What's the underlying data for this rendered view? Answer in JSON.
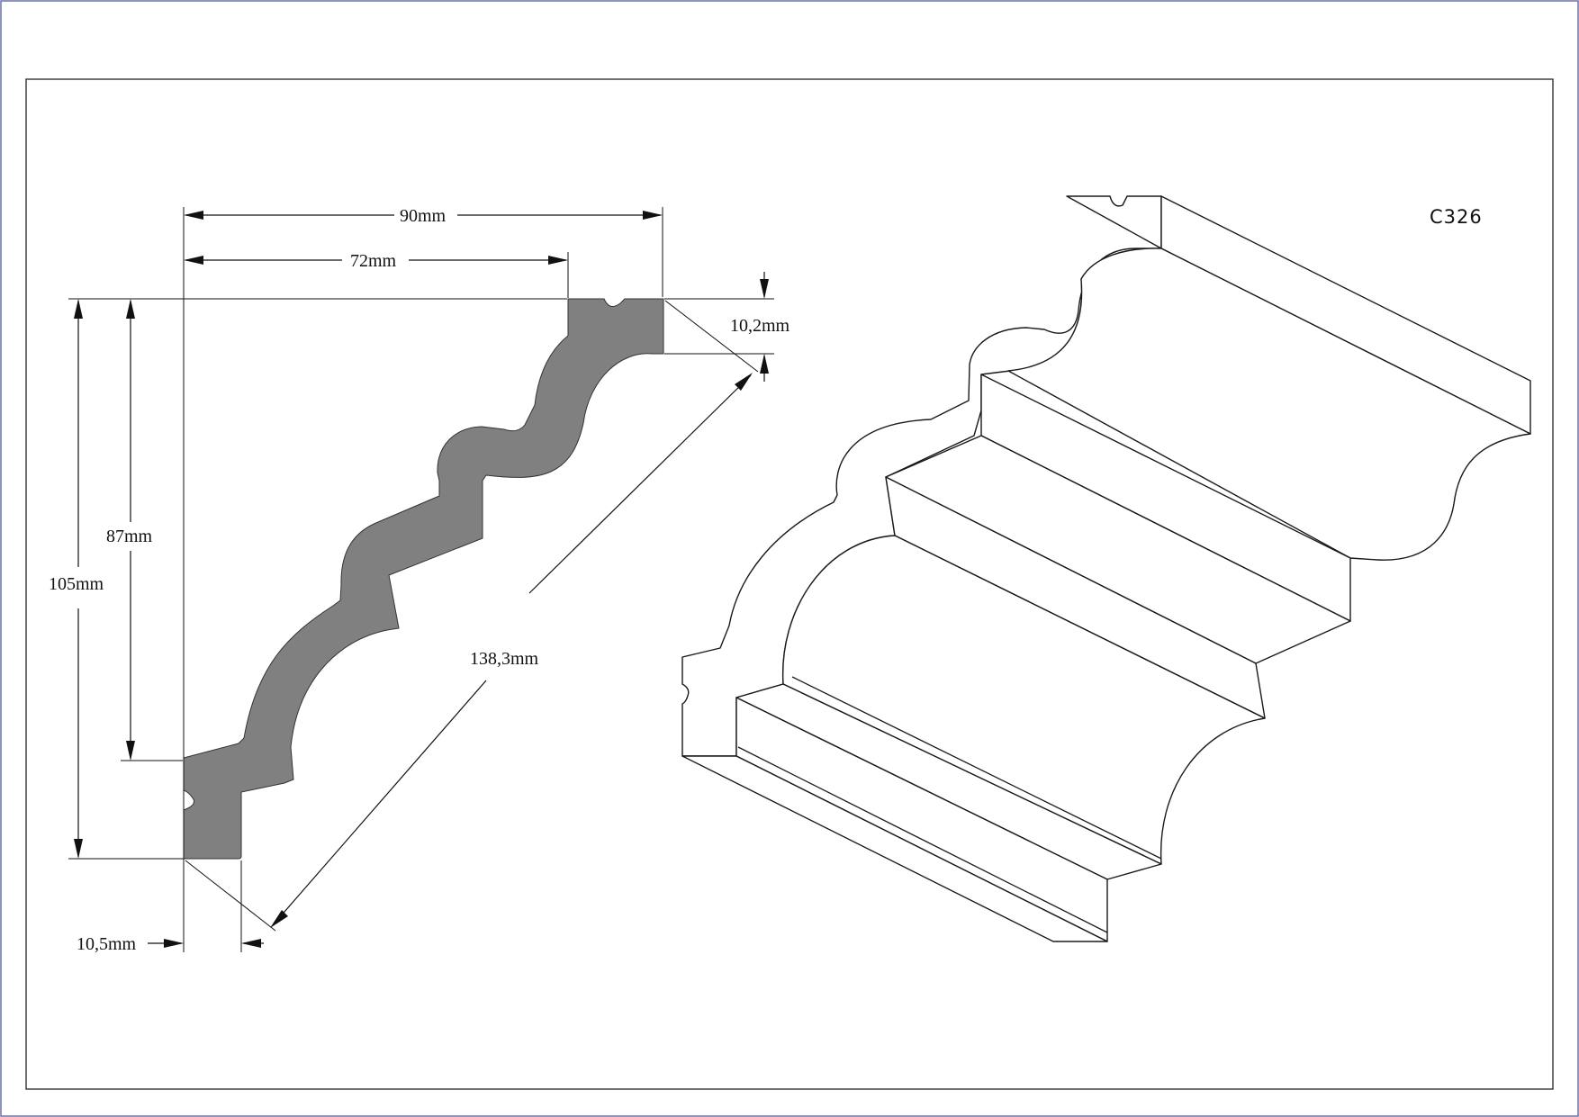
{
  "drawing": {
    "product_code": "C326",
    "dimensions": {
      "overall_width": "90mm",
      "top_width": "72mm",
      "overall_height": "105mm",
      "inner_height": "87mm",
      "top_thickness": "10,2mm",
      "bottom_thickness": "10,5mm",
      "diagonal": "138,3mm"
    },
    "colors": {
      "profile_fill": "#808080",
      "line": "#111111",
      "background": "#ffffff"
    }
  }
}
